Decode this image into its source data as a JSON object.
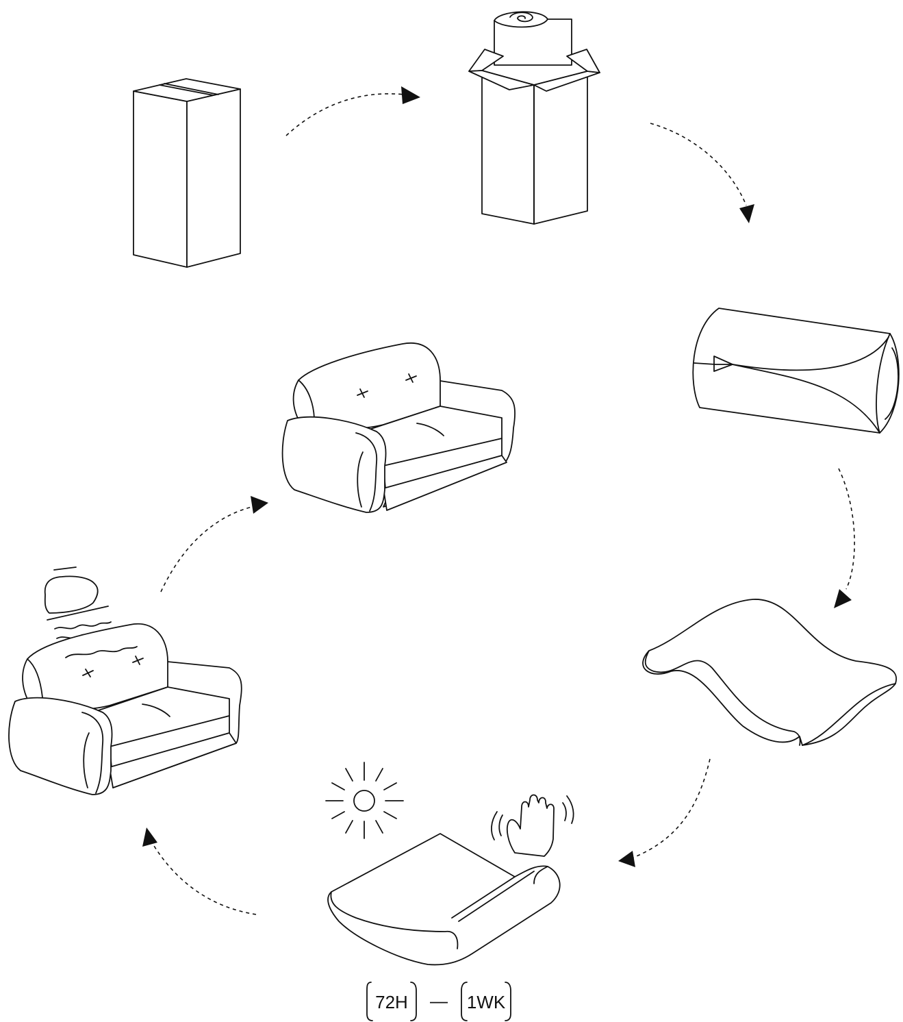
{
  "steps": [
    {
      "id": 1,
      "name": "closed-box"
    },
    {
      "id": 2,
      "name": "opened-box-with-roll"
    },
    {
      "id": 3,
      "name": "vacuum-wrapped-roll"
    },
    {
      "id": 4,
      "name": "unrolled-cushion"
    },
    {
      "id": 5,
      "name": "unfolding-cushion-sun-and-hand"
    },
    {
      "id": 6,
      "name": "sofa-with-iron-steam"
    },
    {
      "id": 7,
      "name": "finished-sofa"
    }
  ],
  "timing": {
    "min": "72H",
    "separator": "—",
    "max": "1WK"
  },
  "colors": {
    "ink": "#111111",
    "background": "#ffffff"
  }
}
